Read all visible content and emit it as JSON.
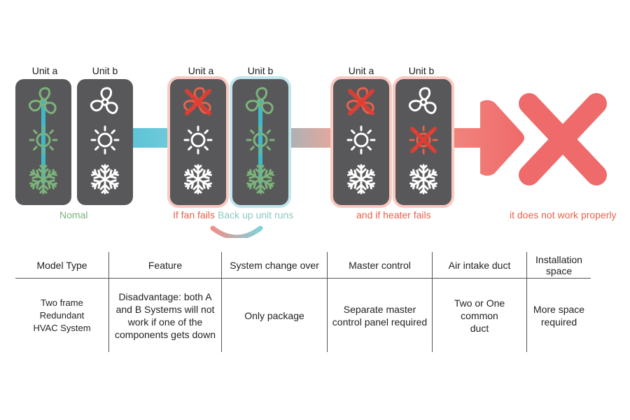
{
  "diagram": {
    "unit_labels": [
      "Unit a",
      "Unit b",
      "Unit a",
      "Unit b",
      "Unit a",
      "Unit b"
    ],
    "captions": {
      "normal": "Nomal",
      "fan_fails": "If fan fails",
      "backup": "Back up unit runs",
      "heater_fails": "and if heater fails",
      "result": "it does not work properly"
    },
    "icons": [
      "fan-icon",
      "sun-icon",
      "snowflake-icon",
      "cross-icon"
    ],
    "colors": {
      "panel": "#58585a",
      "active_green": "#7cb37a",
      "failed_red": "#e8624a",
      "flow_teal": "#5cc3d5",
      "failure_glow": "#f9c9c1",
      "backup_glow": "#bfe7ee",
      "big_x": "#ef6a6a"
    }
  },
  "table": {
    "headers": [
      "Model Type",
      "Feature",
      "System change over",
      "Master control",
      "Air intake duct",
      "Installation space"
    ],
    "row": [
      [
        "Two frame Redundant",
        "HVAC System"
      ],
      [
        "Disadvantage: both A",
        "and B Systems will not",
        "work if one of the",
        "components gets down"
      ],
      [
        "Only package"
      ],
      [
        "Separate master",
        "control panel required"
      ],
      [
        "Two or One common",
        "duct"
      ],
      [
        "More space required"
      ]
    ]
  }
}
